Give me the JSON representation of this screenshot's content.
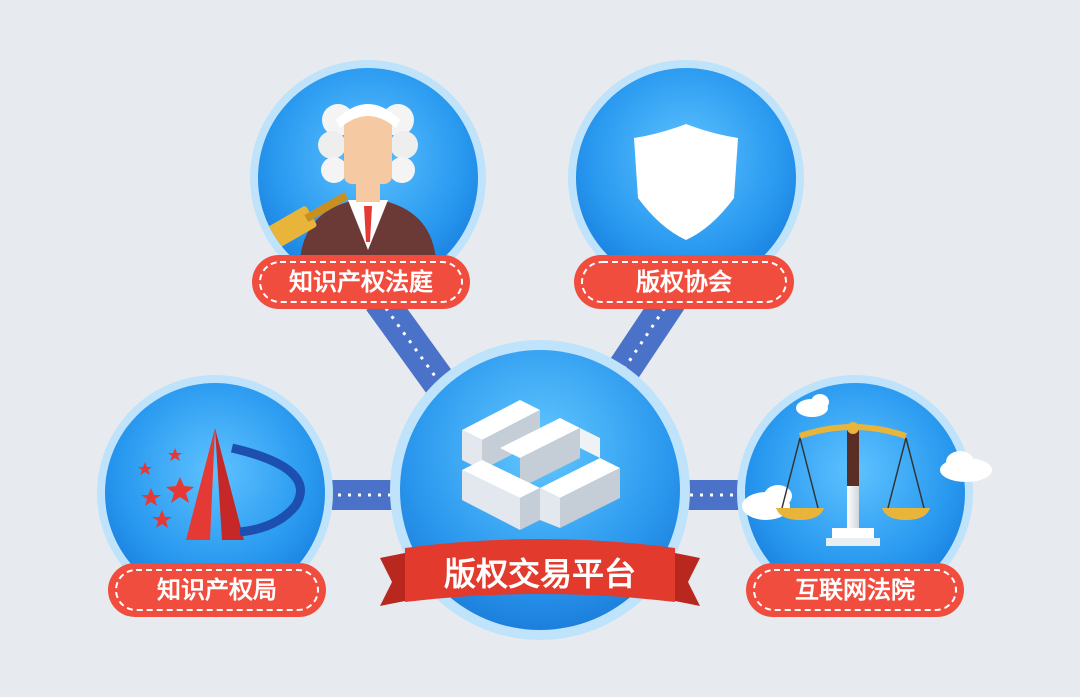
{
  "diagram": {
    "center": {
      "label": "版权交易平台",
      "icon": "platform-logo-icon"
    },
    "nodes": [
      {
        "id": "ip-court",
        "label": "知识产权法庭",
        "icon": "judge-icon"
      },
      {
        "id": "copyright-association",
        "label": "版权协会",
        "icon": "shield-icon"
      },
      {
        "id": "ip-office",
        "label": "知识产权局",
        "icon": "ip-office-emblem-icon"
      },
      {
        "id": "internet-court",
        "label": "互联网法院",
        "icon": "scales-icon"
      }
    ],
    "connections": [
      [
        "center",
        "ip-court"
      ],
      [
        "center",
        "copyright-association"
      ],
      [
        "center",
        "ip-office"
      ],
      [
        "center",
        "internet-court"
      ]
    ],
    "colors": {
      "background": "#e7ebef",
      "circle_blue": "#2196f3",
      "circle_rim": "#bfe3fb",
      "connector": "#4b72c9",
      "label_red": "#f04d3e",
      "ribbon_red": "#e23a2c"
    }
  }
}
